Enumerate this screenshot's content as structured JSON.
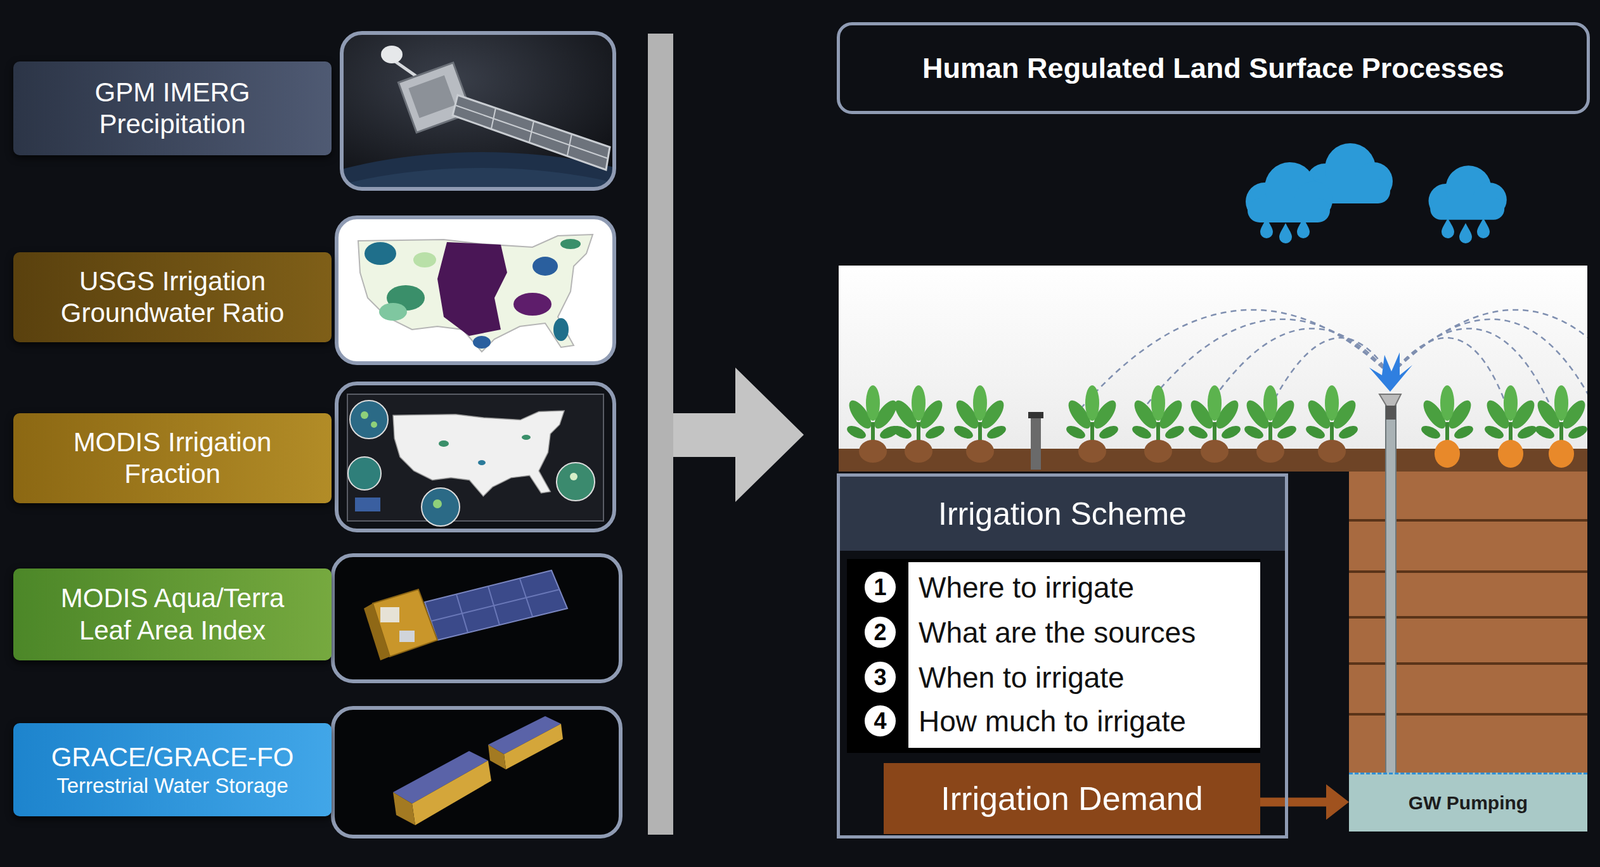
{
  "diagram": {
    "nodes": [
      {
        "text": [
          "GPM IMERG Precipitation"
        ]
      },
      {
        "text": [
          "USGS Irrigation Groundwater Ratio"
        ]
      },
      {
        "text": [
          "MODIS Irrigation Fraction"
        ]
      },
      {
        "text": [
          "MODIS Aqua/Terra Leaf Area Index"
        ]
      },
      {
        "text": [
          "GRACE/GRACE-FO",
          "Terrestrial Water Storage"
        ]
      },
      {
        "text": [
          "Human Regulated Land Surface Processes"
        ]
      },
      {
        "text": [
          "Irrigation Scheme"
        ]
      },
      {
        "text": [
          "Where to irrigate",
          "What are the sources",
          "When to irrigate",
          "How much to irrigate"
        ],
        "in": 6
      },
      {
        "text": [
          "Irrigation Demand"
        ],
        "in": 6
      },
      {
        "text": [
          "GW Pumping"
        ]
      }
    ],
    "edges": [
      {
        "from": 8,
        "to": 9,
        "arrow": "to"
      }
    ],
    "labels": [
      "1",
      "2",
      "3",
      "4"
    ]
  }
}
